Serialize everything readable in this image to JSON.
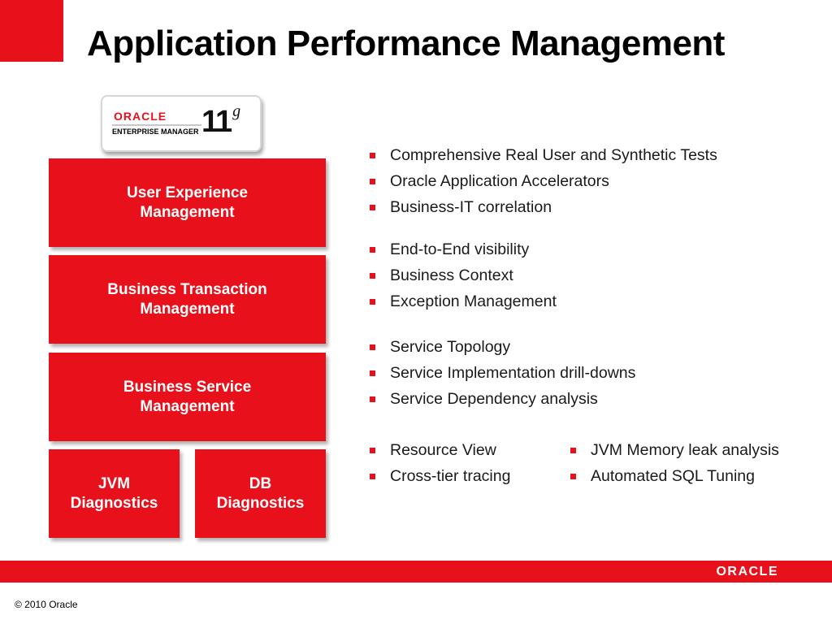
{
  "title": "Application Performance Management",
  "badge": {
    "brand": "ORACLE",
    "product": "ENTERPRISE MANAGER",
    "version": "11",
    "version_suffix": "g"
  },
  "blocks": [
    {
      "line1": "User Experience",
      "line2": "Management"
    },
    {
      "line1": "Business Transaction",
      "line2": "Management"
    },
    {
      "line1": "Business Service",
      "line2": "Management"
    },
    {
      "line1": "JVM",
      "line2": "Diagnostics"
    },
    {
      "line1": "DB",
      "line2": "Diagnostics"
    }
  ],
  "bullets": {
    "ux": [
      "Comprehensive Real User and Synthetic Tests",
      "Oracle Application Accelerators",
      "Business-IT correlation"
    ],
    "txn": [
      "End-to-End visibility",
      "Business Context",
      "Exception Management"
    ],
    "svc": [
      "Service Topology",
      "Service Implementation drill-downs",
      "Service Dependency analysis"
    ],
    "diag_left": [
      "Resource View",
      "Cross-tier tracing"
    ],
    "diag_right": [
      "JVM Memory leak analysis",
      "Automated SQL Tuning"
    ]
  },
  "footer": {
    "brand": "ORACLE",
    "copyright": "© 2010 Oracle"
  },
  "colors": {
    "accent": "#e8101a"
  }
}
